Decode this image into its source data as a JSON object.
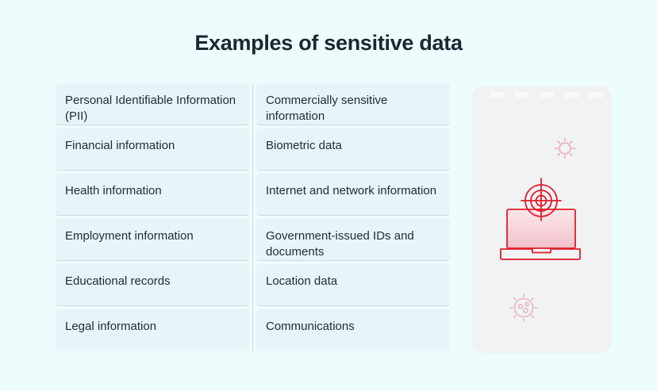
{
  "title": "Examples of sensitive data",
  "table": {
    "left_column": [
      "Personal Identifiable Information (PII)",
      "Financial information",
      "Health information",
      "Employment information",
      "Educational records",
      "Legal information"
    ],
    "right_column": [
      "Commercially sensitive information",
      "Biometric data",
      "Internet and network information",
      "Government-issued IDs and documents",
      "Location data",
      "Communications"
    ]
  },
  "illustration": {
    "icons": [
      "sun-virus-icon",
      "target-icon",
      "laptop-icon",
      "virus-icon"
    ],
    "colors": {
      "accent_red": "#e11b2c",
      "icon_pink": "#e9abba",
      "screen_pink_top": "#fbe7ea",
      "screen_pink_bottom": "#f3c0ca",
      "panel_bg": "#f0f2f3"
    }
  },
  "colors": {
    "page_bg": "#edfcfd",
    "cell_bg": "#e8f5f8",
    "hairline": "#ccd9de",
    "text": "#1f2a35",
    "title_text": "#1c2733"
  }
}
